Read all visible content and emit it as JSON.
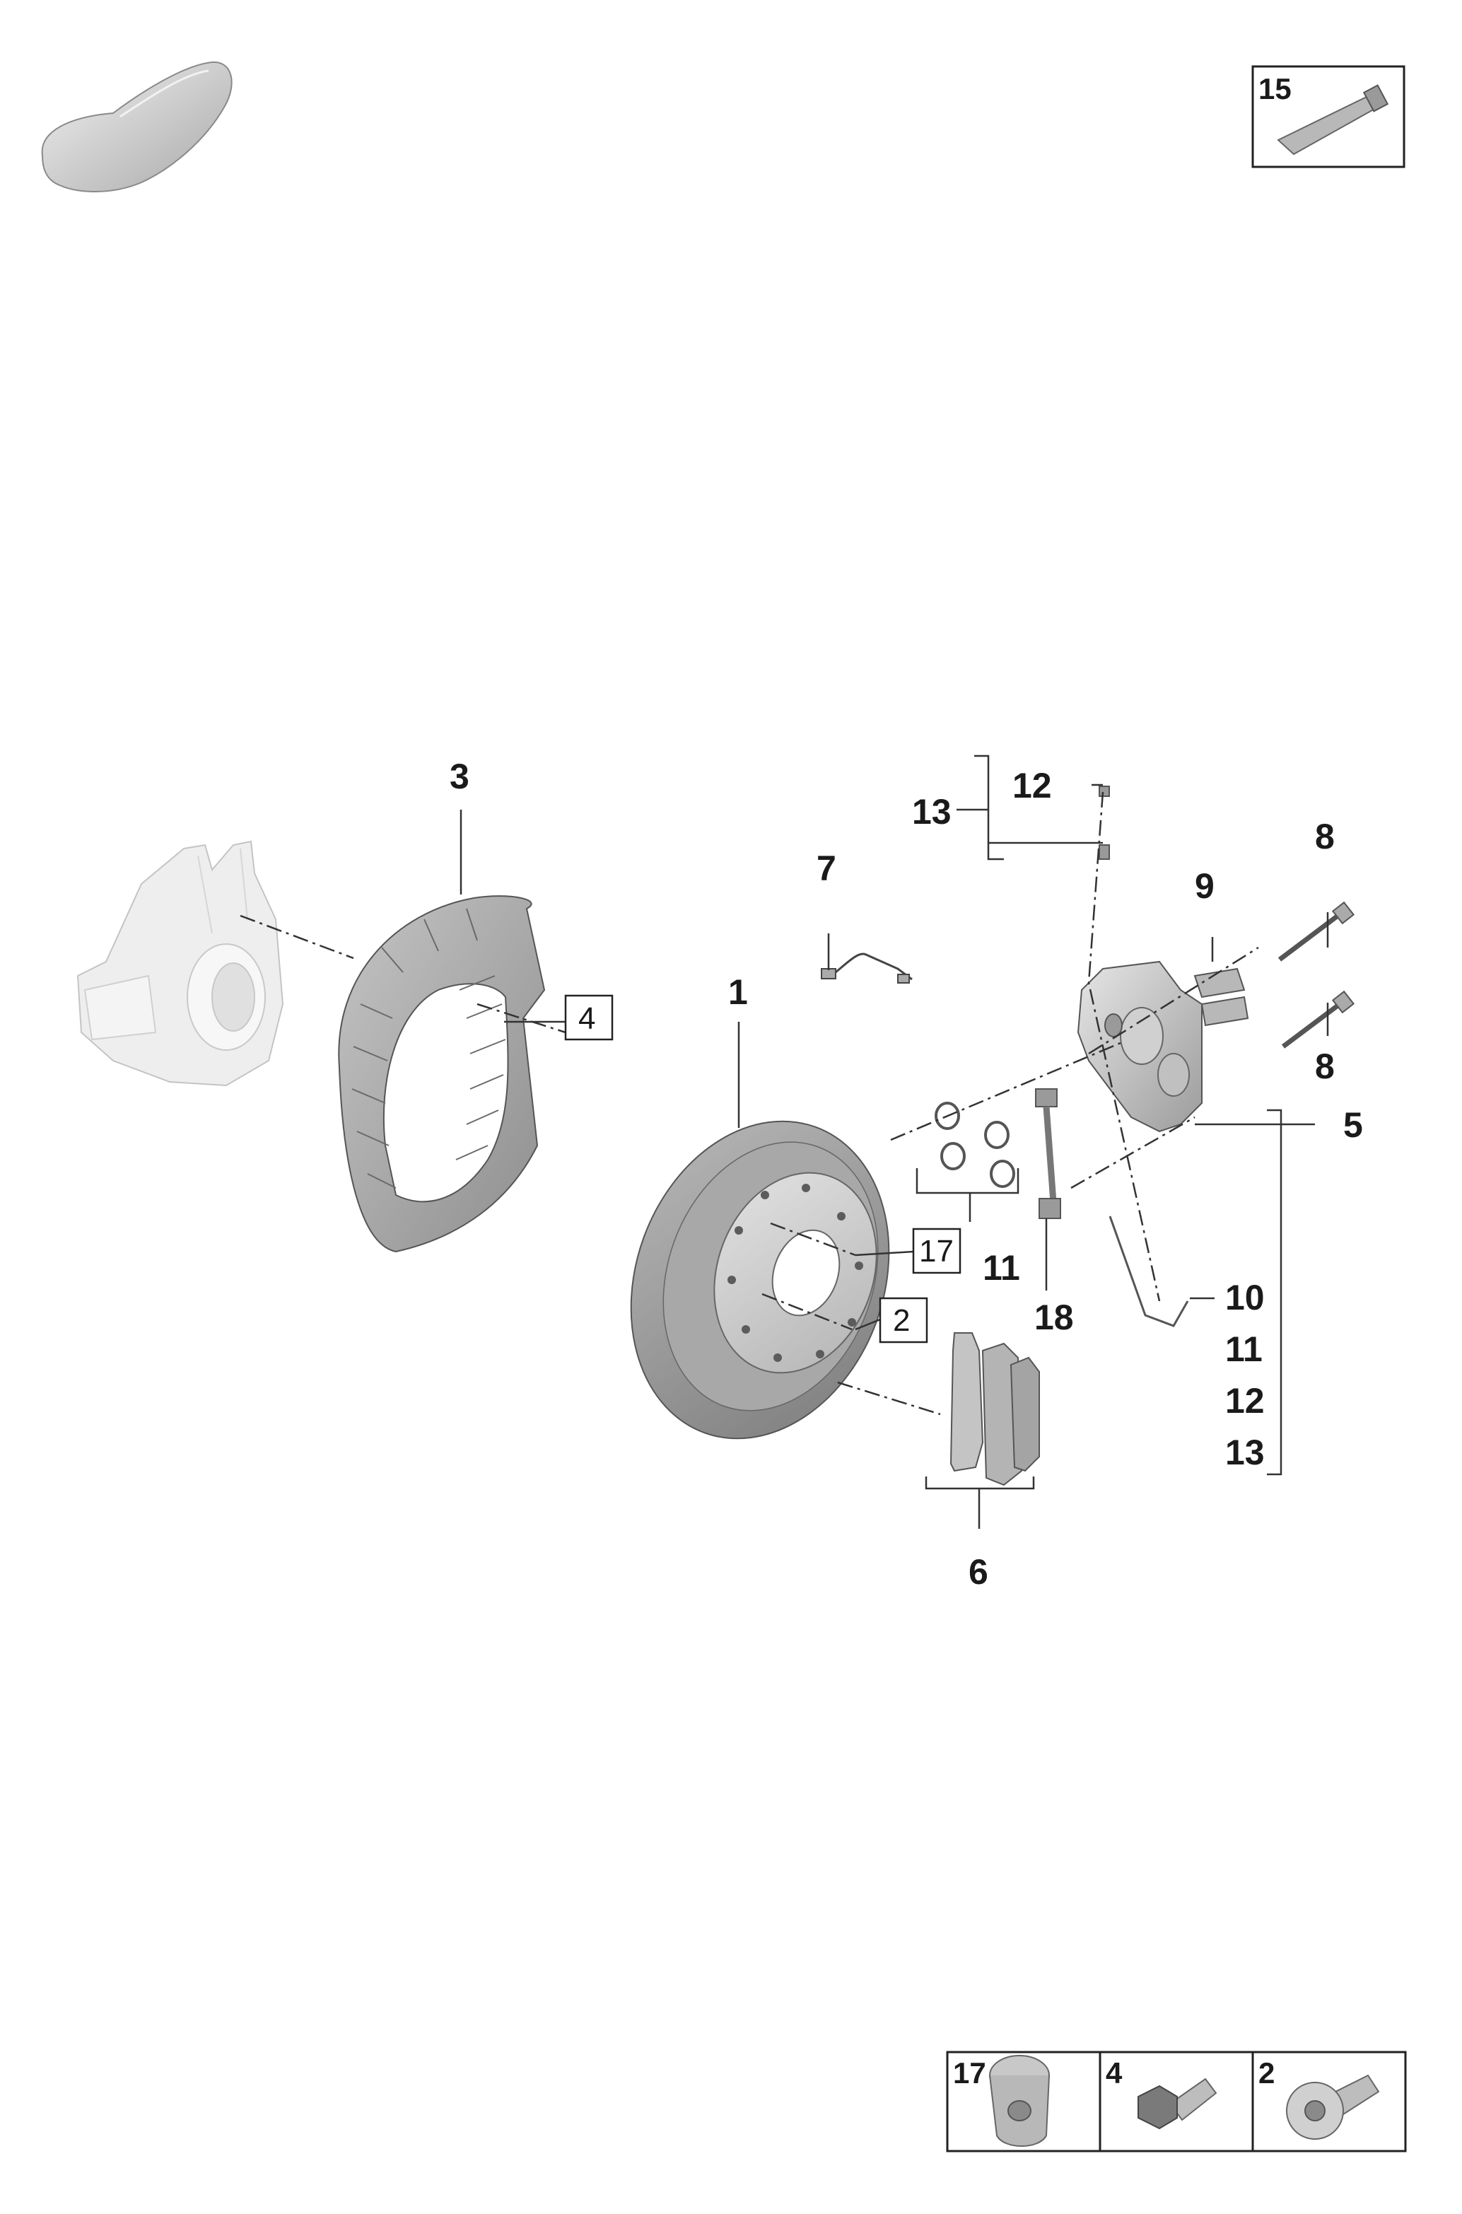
{
  "callouts": {
    "c1": "1",
    "c2": "2",
    "c3": "3",
    "c4": "4",
    "c5": "5",
    "c6": "6",
    "c7": "7",
    "c8a": "8",
    "c8b": "8",
    "c9": "9",
    "c10": "10",
    "c11a": "11",
    "c11b": "11",
    "c12a": "12",
    "c12b": "12",
    "c13a": "13",
    "c13b": "13",
    "c15": "15",
    "c17": "17",
    "c18": "18"
  },
  "inset_top": {
    "label": "15"
  },
  "inset_bottom": {
    "labels": [
      "17",
      "4",
      "2"
    ]
  },
  "icons": {
    "vehicle": "car-silhouette-icon",
    "paste": "grease-tube-icon",
    "plug": "threaded-plug-icon",
    "hex_bolt": "hex-bolt-icon",
    "torx_bolt": "torx-bolt-icon"
  },
  "colors": {
    "line": "#333333",
    "part_fill": "#c8c8c8",
    "part_dark": "#7a7a7a",
    "knuckle": "#eeeeee"
  }
}
